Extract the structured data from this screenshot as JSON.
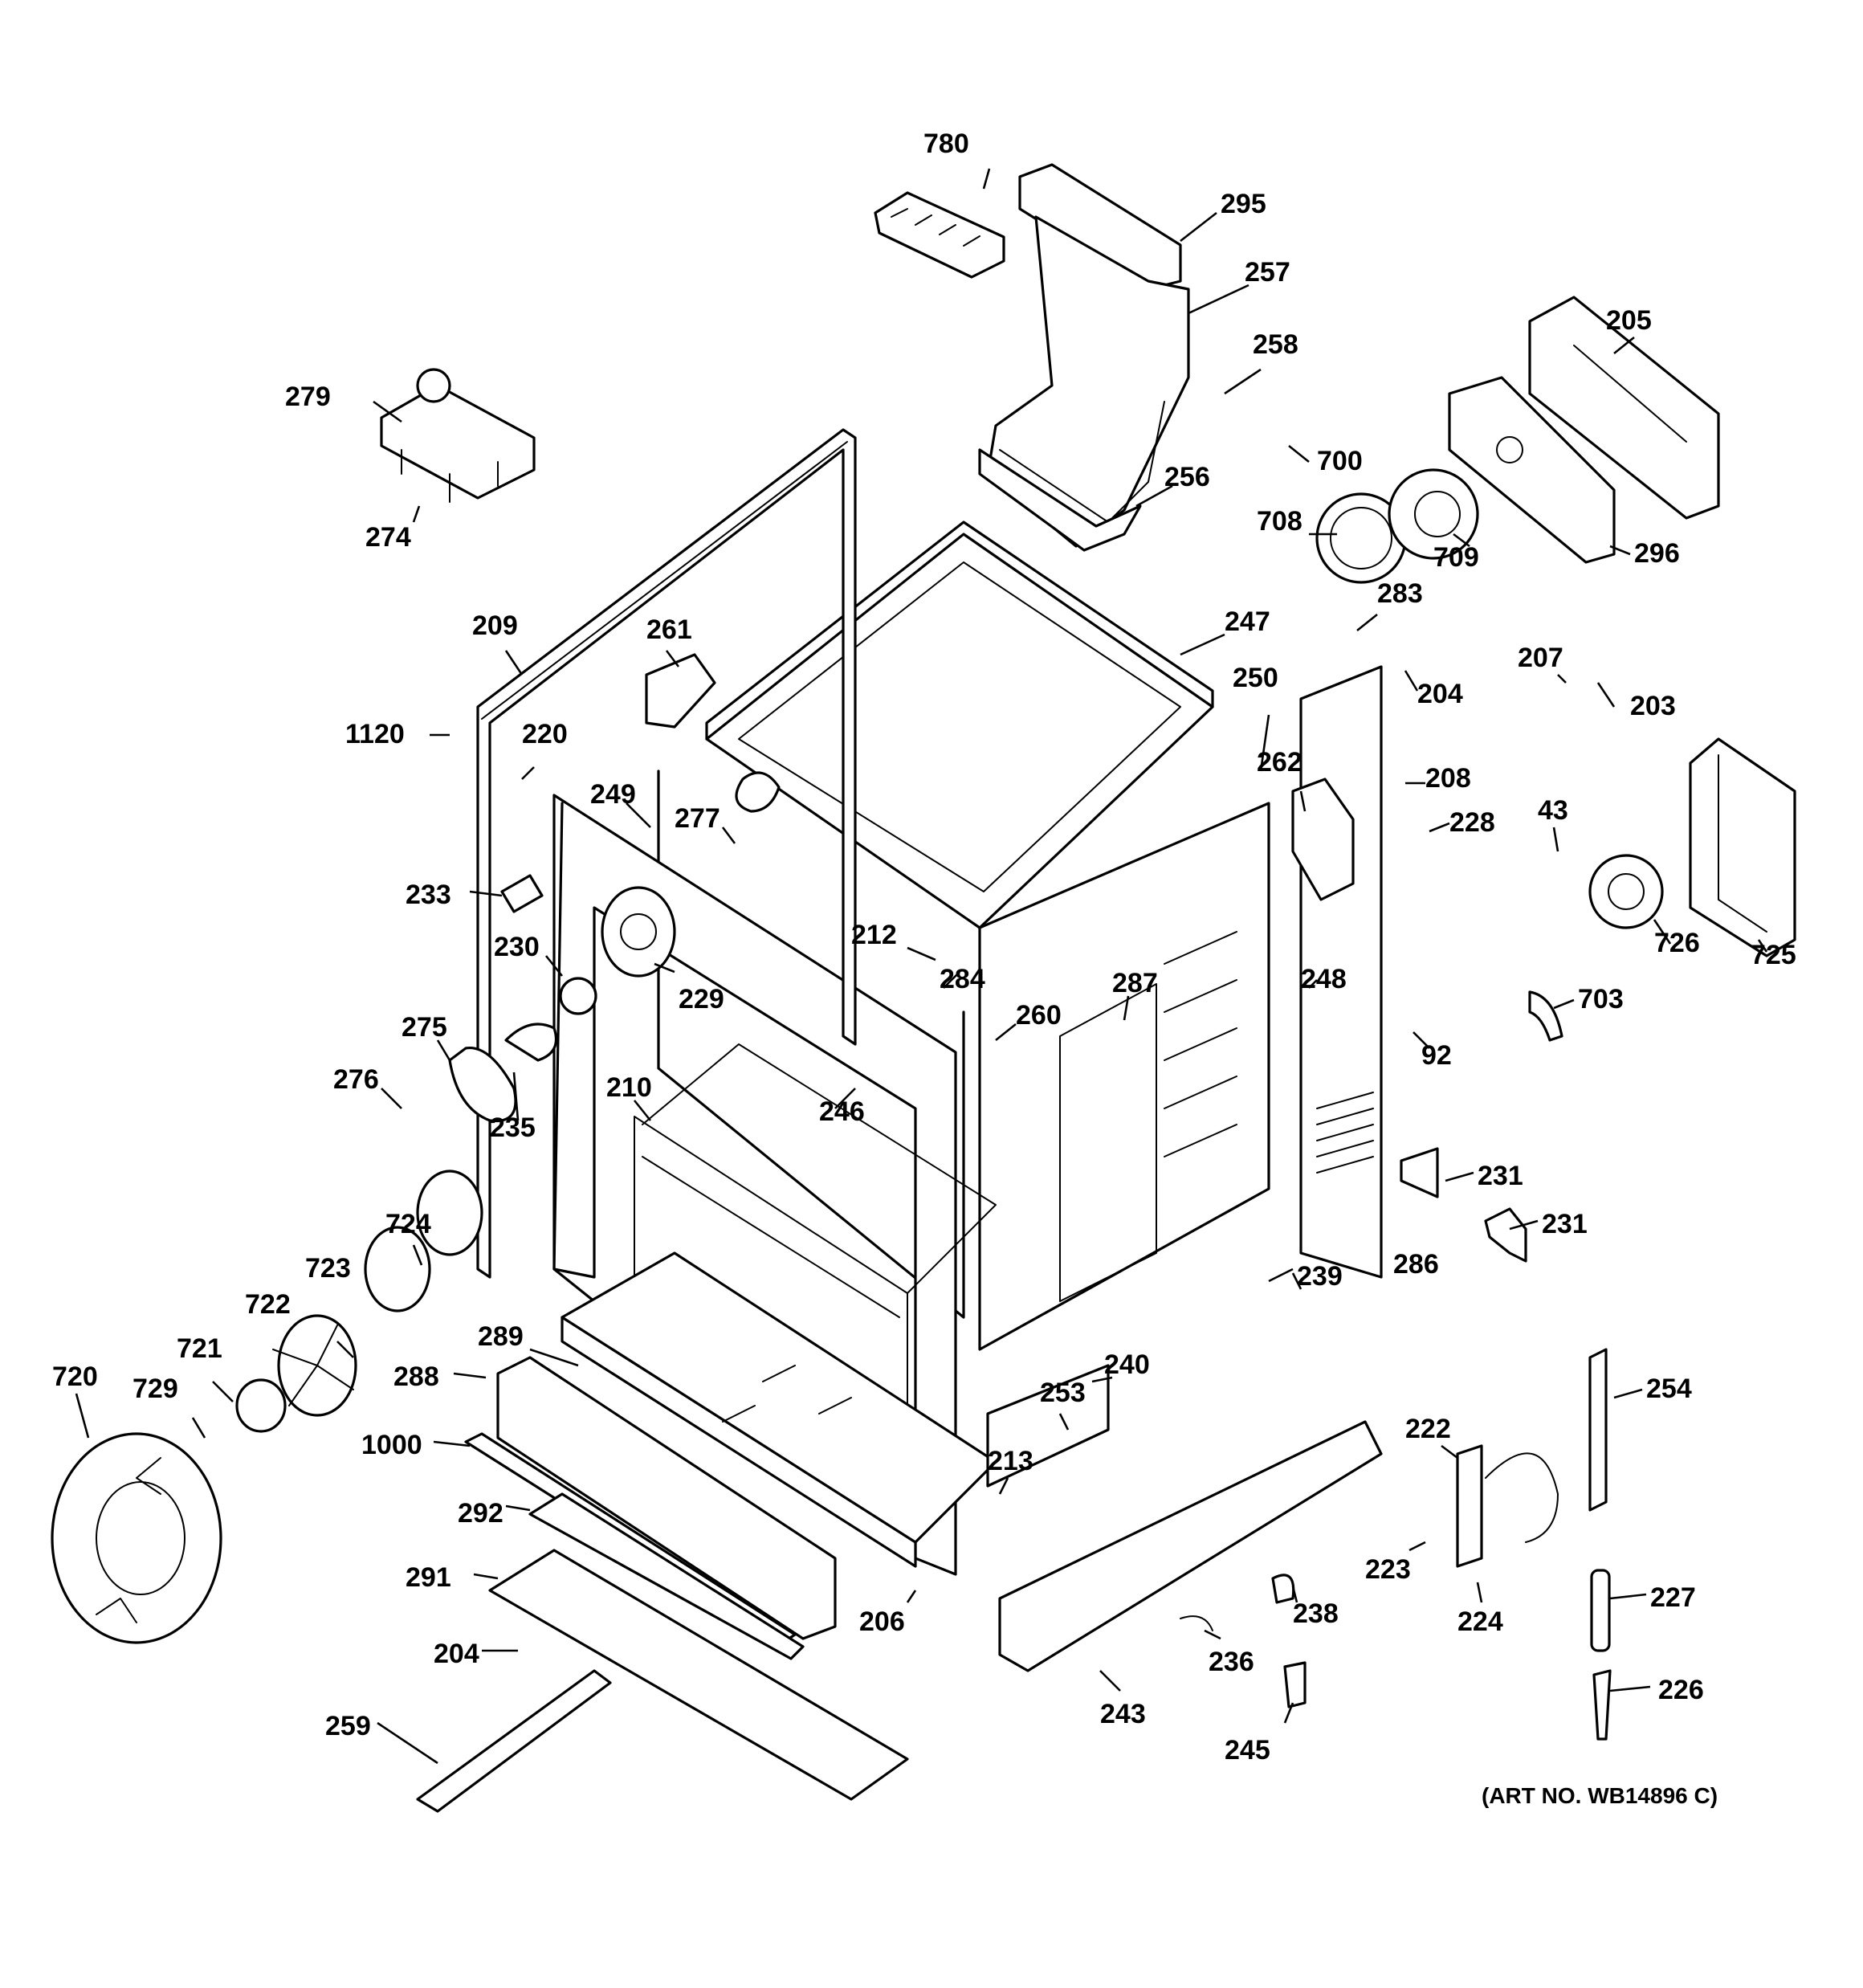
{
  "diagram": {
    "art_number": "(ART NO. WB14896 C)",
    "callouts": {
      "c780": "780",
      "c295": "295",
      "c257": "257",
      "c258": "258",
      "c205": "205",
      "c279": "279",
      "c274": "274",
      "c700": "700",
      "c256": "256",
      "c708": "708",
      "c709": "709",
      "c296": "296",
      "c283": "283",
      "c247": "247",
      "c209": "209",
      "c261": "261",
      "c250": "250",
      "c204a": "204",
      "c207": "207",
      "c203": "203",
      "c1120": "1120",
      "c220": "220",
      "c208": "208",
      "c262": "262",
      "c228": "228",
      "c249": "249",
      "c277": "277",
      "c43": "43",
      "c233": "233",
      "c212": "212",
      "c284": "284",
      "c287": "287",
      "c726": "726",
      "c725": "725",
      "c230": "230",
      "c229": "229",
      "c248": "248",
      "c703": "703",
      "c275": "275",
      "c260": "260",
      "c92": "92",
      "c276": "276",
      "c210": "210",
      "c246": "246",
      "c235": "235",
      "c231a": "231",
      "c724": "724",
      "c231b": "231",
      "c723": "723",
      "c286": "286",
      "c239": "239",
      "c722": "722",
      "c289": "289",
      "c720": "720",
      "c721": "721",
      "c240": "240",
      "c288": "288",
      "c729": "729",
      "c253": "253",
      "c254": "254",
      "c1000": "1000",
      "c222": "222",
      "c213": "213",
      "c292": "292",
      "c223": "223",
      "c291": "291",
      "c238": "238",
      "c227": "227",
      "c224": "224",
      "c206": "206",
      "c204b": "204",
      "c236": "236",
      "c259": "259",
      "c243": "243",
      "c226": "226",
      "c245": "245"
    }
  }
}
